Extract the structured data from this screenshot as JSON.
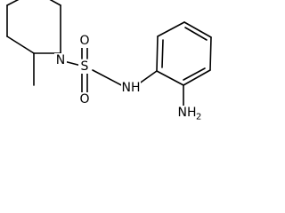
{
  "molecule": {
    "atoms": {
      "ring_nitrogen": "N",
      "sulfur": "S",
      "sulfonyl_oxygen_top": "O",
      "sulfonyl_oxygen_bottom": "O",
      "amide_nh": "NH",
      "amine_group": "NH",
      "amine_subscript": "2"
    }
  }
}
